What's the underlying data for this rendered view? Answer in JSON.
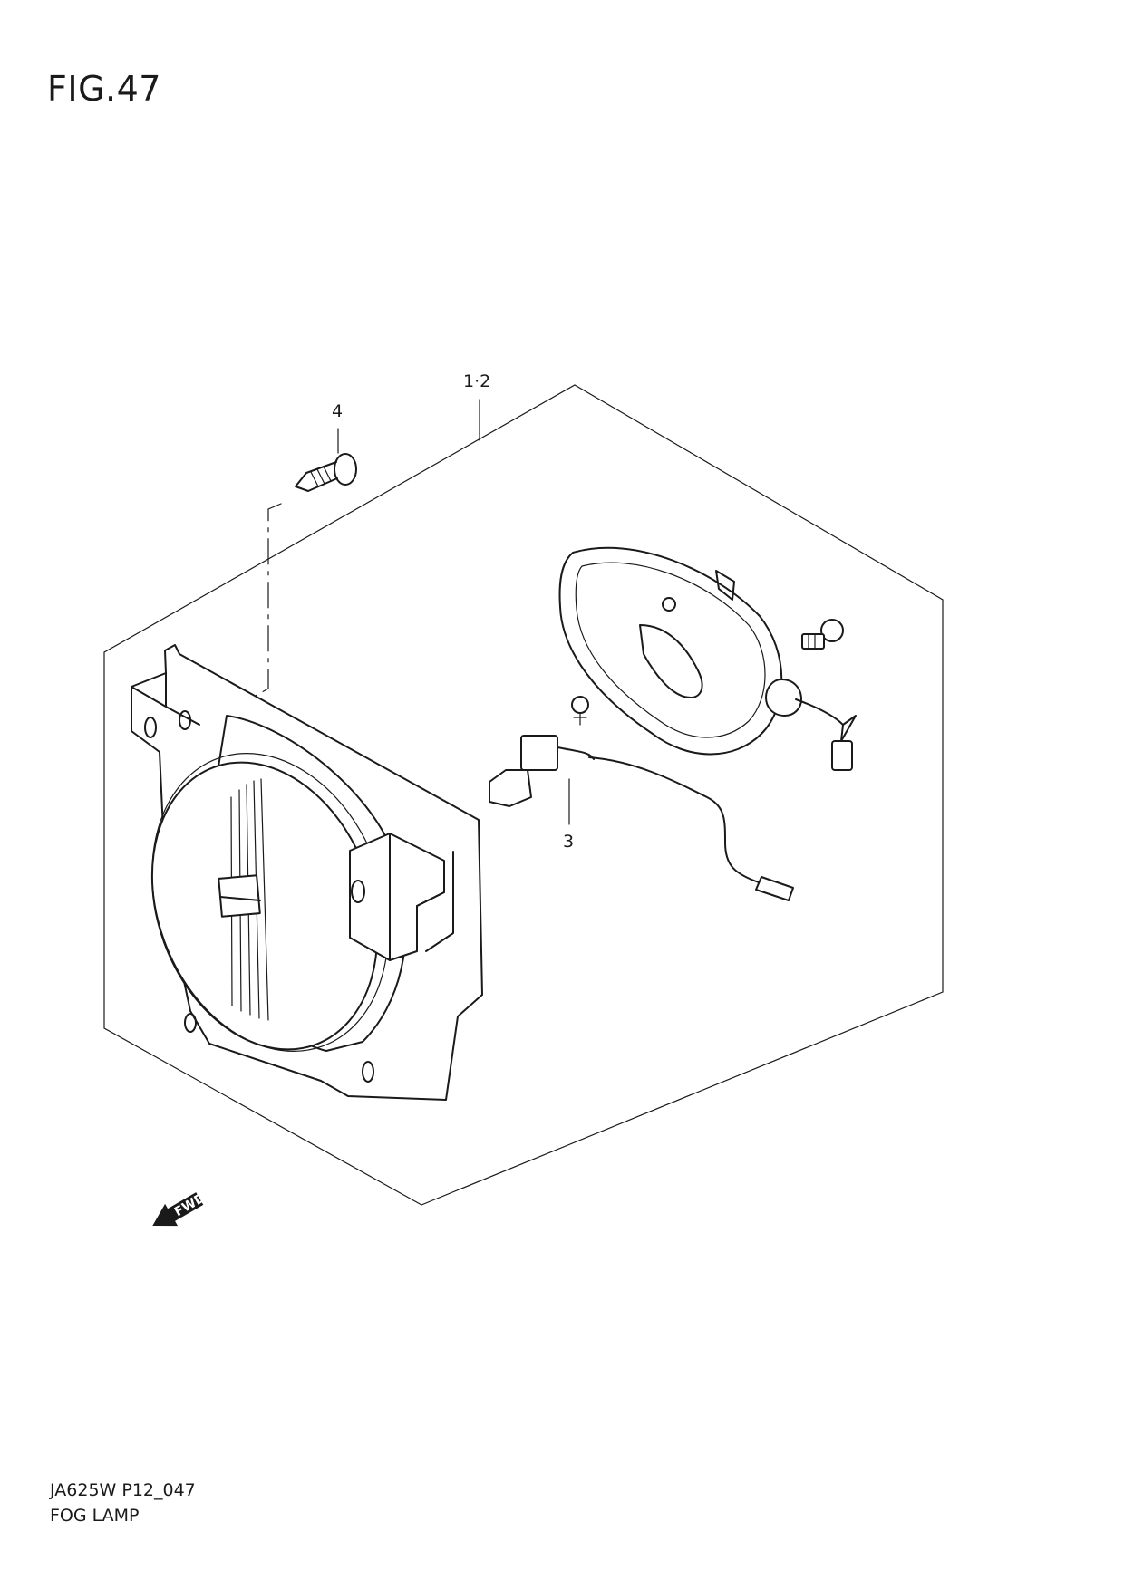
{
  "figure": {
    "title": "FIG.47"
  },
  "callouts": {
    "part_1_2": "1·2",
    "part_3": "3",
    "part_4": "4"
  },
  "direction_indicator": {
    "label": "FWD",
    "icon": "fwd-arrow-icon"
  },
  "footer": {
    "code": "JA625W P12_047",
    "name": "FOG LAMP"
  }
}
